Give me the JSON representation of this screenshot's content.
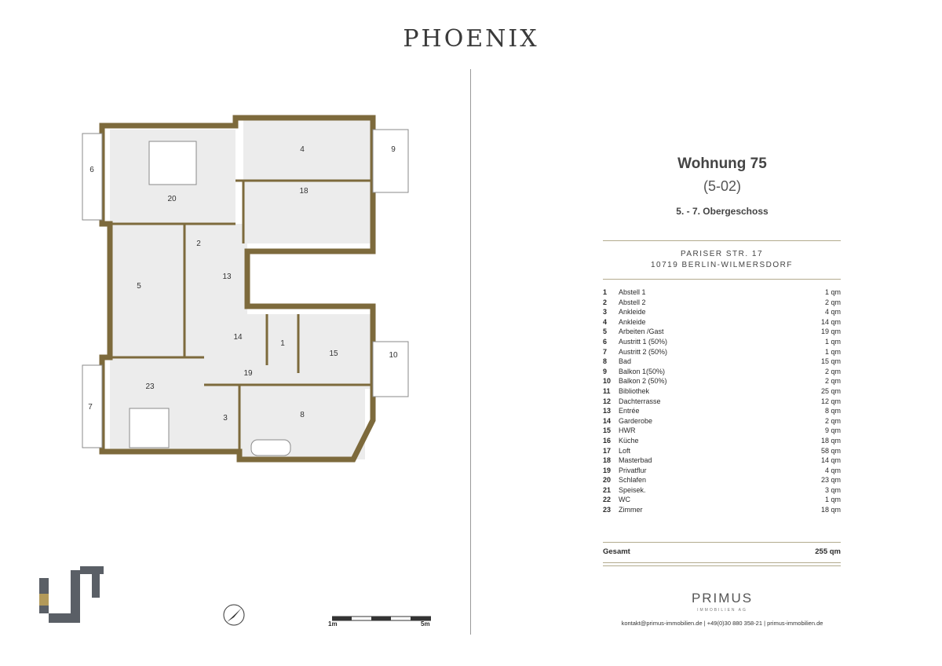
{
  "brand": {
    "logo": "PHOENIX"
  },
  "apartment": {
    "name": "Wohnung 75",
    "code": "(5-02)",
    "floors": "5. - 7. Obergeschoss"
  },
  "address": {
    "street": "PARISER STR. 17",
    "city": "10719 BERLIN-WILMERSDORF"
  },
  "rooms": [
    {
      "num": "1",
      "name": "Abstell 1",
      "area": "1 qm"
    },
    {
      "num": "2",
      "name": "Abstell 2",
      "area": "2 qm"
    },
    {
      "num": "3",
      "name": "Ankleide",
      "area": "4 qm"
    },
    {
      "num": "4",
      "name": "Ankleide",
      "area": "14 qm"
    },
    {
      "num": "5",
      "name": "Arbeiten /Gast",
      "area": "19 qm"
    },
    {
      "num": "6",
      "name": "Austritt 1 (50%)",
      "area": "1 qm"
    },
    {
      "num": "7",
      "name": "Austritt 2 (50%)",
      "area": "1 qm"
    },
    {
      "num": "8",
      "name": "Bad",
      "area": "15 qm"
    },
    {
      "num": "9",
      "name": "Balkon 1(50%)",
      "area": "2 qm"
    },
    {
      "num": "10",
      "name": "Balkon 2 (50%)",
      "area": "2 qm"
    },
    {
      "num": "11",
      "name": "Bibliothek",
      "area": "25 qm"
    },
    {
      "num": "12",
      "name": "Dachterrasse",
      "area": "12 qm"
    },
    {
      "num": "13",
      "name": "Entrée",
      "area": "8 qm"
    },
    {
      "num": "14",
      "name": "Garderobe",
      "area": "2 qm"
    },
    {
      "num": "15",
      "name": "HWR",
      "area": "9 qm"
    },
    {
      "num": "16",
      "name": "Küche",
      "area": "18 qm"
    },
    {
      "num": "17",
      "name": "Loft",
      "area": "58 qm"
    },
    {
      "num": "18",
      "name": "Masterbad",
      "area": "14 qm"
    },
    {
      "num": "19",
      "name": "Privatflur",
      "area": "4 qm"
    },
    {
      "num": "20",
      "name": "Schlafen",
      "area": "23 qm"
    },
    {
      "num": "21",
      "name": "Speisek.",
      "area": "3 qm"
    },
    {
      "num": "22",
      "name": "WC",
      "area": "1 qm"
    },
    {
      "num": "23",
      "name": "Zimmer",
      "area": "18 qm"
    }
  ],
  "total": {
    "label": "Gesamt",
    "value": "255 qm"
  },
  "company": {
    "name": "PRIMUS",
    "sub": "IMMOBILIEN AG",
    "contact": "kontakt@primus-immobilien.de | +49(0)30 880 358-21 | primus-immobilien.de"
  },
  "scale": {
    "left": "1m",
    "right": "5m"
  },
  "plan_labels": {
    "r1": "1",
    "r2": "2",
    "r3": "3",
    "r4": "4",
    "r5": "5",
    "r6": "6",
    "r7": "7",
    "r8": "8",
    "r9": "9",
    "r10": "10",
    "r13": "13",
    "r14": "14",
    "r15": "15",
    "r18": "18",
    "r19": "19",
    "r20": "20",
    "r23": "23"
  },
  "colors": {
    "wall": "#7d6a3c",
    "room": "#ececec",
    "rule": "#b3ab8e",
    "text": "#2b2b2b"
  }
}
